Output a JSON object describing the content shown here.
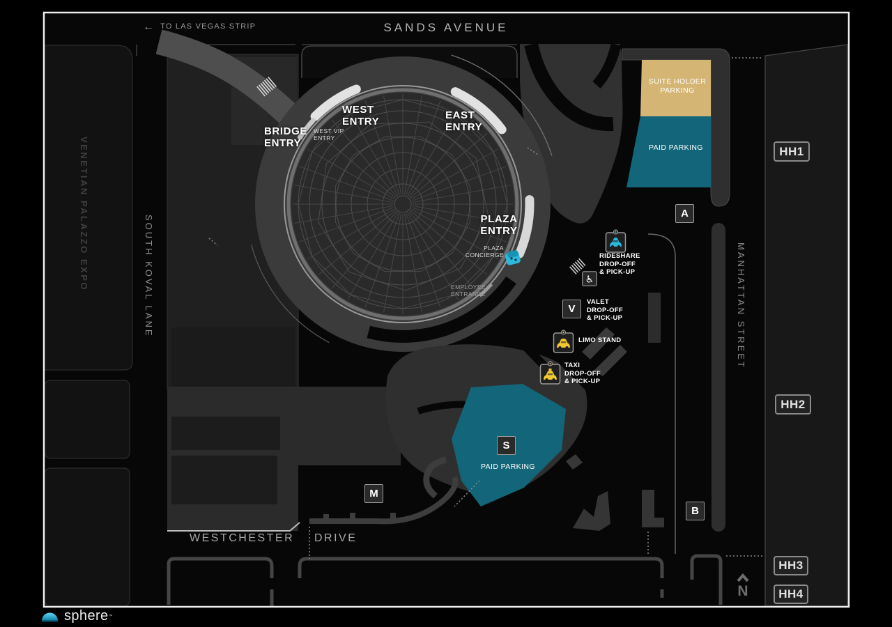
{
  "colors": {
    "teal": "#136579",
    "tan": "#d5b574",
    "yellow": "#f0c632",
    "cyan": "#2ab8dc"
  },
  "header": {
    "to_strip": "TO LAS VEGAS STRIP",
    "arrow": "←",
    "sands": "SANDS AVENUE"
  },
  "streets": {
    "venetian": "VENETIAN PALAZZO EXPO",
    "koval": "SOUTH KOVAL LANE",
    "manhattan": "MANHATTAN STREET",
    "westchester": "WESTCHESTER",
    "drive": "DRIVE"
  },
  "entries": {
    "bridge": [
      "BRIDGE",
      "ENTRY"
    ],
    "west_vip": [
      "WEST VIP",
      "ENTRY"
    ],
    "west": [
      "WEST",
      "ENTRY"
    ],
    "east": [
      "EAST",
      "ENTRY"
    ],
    "plaza": [
      "PLAZA",
      "ENTRY"
    ],
    "plaza_concierge": [
      "PLAZA",
      "CONCIERGE"
    ],
    "employee": [
      "EMPLOYEE",
      "ENTRANCE"
    ]
  },
  "parking": {
    "suite_holder": [
      "SUITE HOLDER",
      "PARKING"
    ],
    "paid_north": "PAID PARKING",
    "paid_south": "PAID PARKING"
  },
  "transport": {
    "rideshare": [
      "RIDESHARE",
      "DROP-OFF",
      "& PICK-UP"
    ],
    "valet": [
      "VALET",
      "DROP-OFF",
      "& PICK-UP"
    ],
    "limo": "LIMO STAND",
    "taxi": [
      "TAXI",
      "DROP-OFF",
      "& PICK-UP"
    ]
  },
  "badges": {
    "a": "A",
    "b": "B",
    "m": "M",
    "s": "S",
    "v": "V",
    "hh1": "HH1",
    "hh2": "HH2",
    "hh3": "HH3",
    "hh4": "HH4",
    "north": "N"
  },
  "logo": {
    "text": "sphere",
    "mark": "™"
  }
}
